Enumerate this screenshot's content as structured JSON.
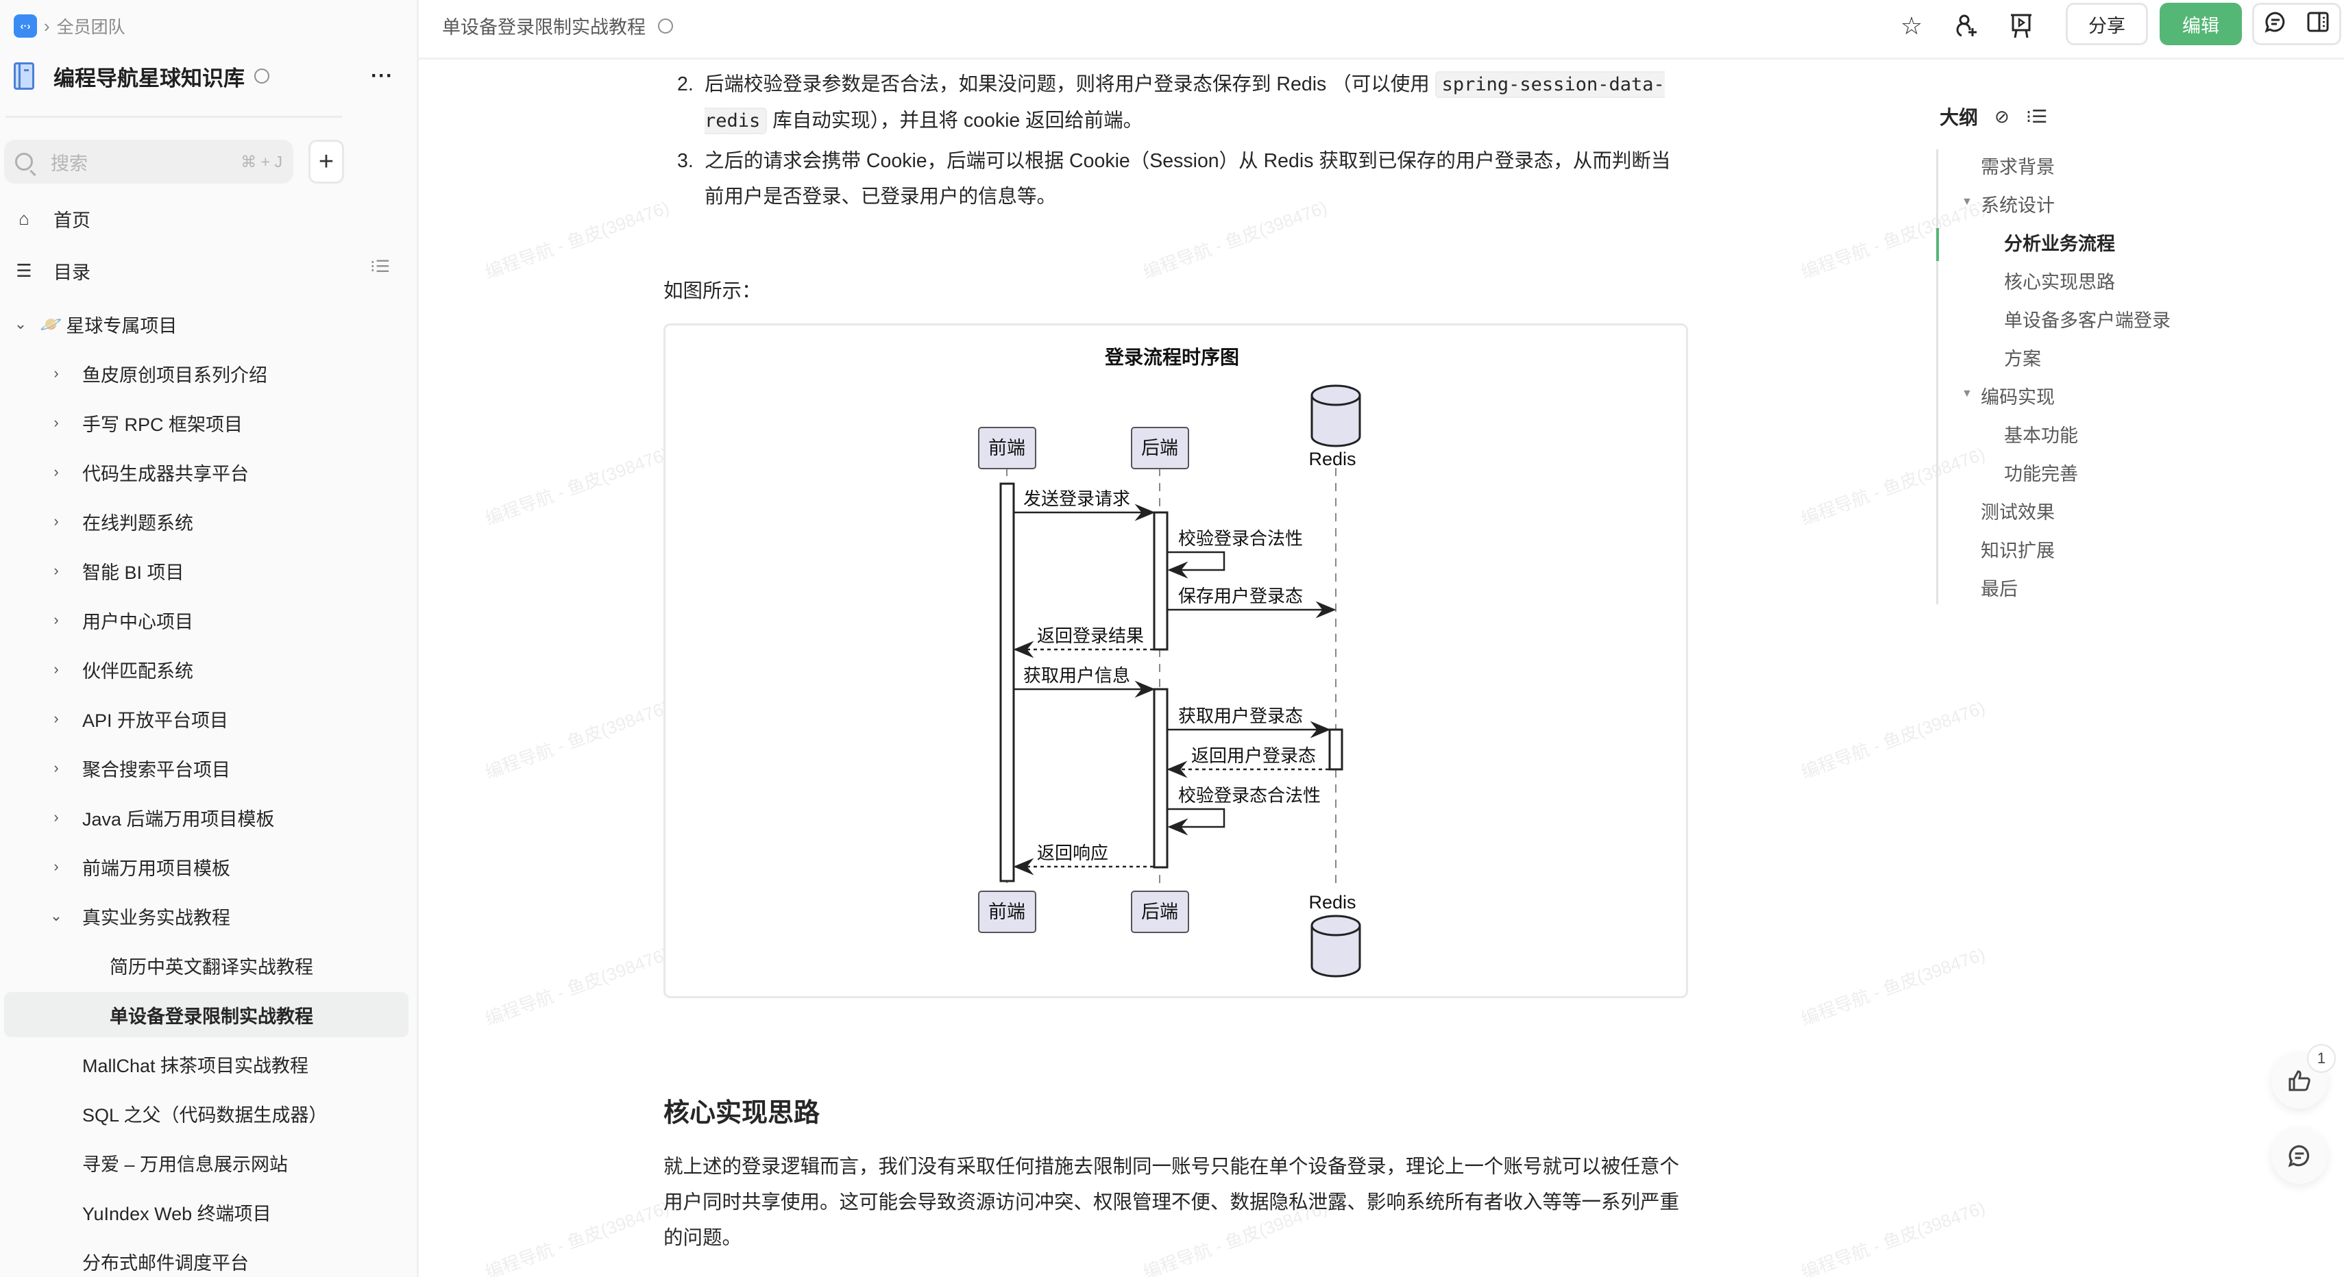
{
  "sidebar": {
    "breadcrumb": {
      "team": "全员团队"
    },
    "kb_title": "编程导航星球知识库",
    "search": {
      "placeholder": "搜索",
      "shortcut": "⌘ + J"
    },
    "nav": [
      {
        "label": "首页",
        "icon": "home-icon"
      },
      {
        "label": "目录",
        "icon": "toc-icon"
      }
    ],
    "tree": [
      {
        "label": "星球专属项目",
        "level": 0,
        "caret": "⌄",
        "emoji": "🪐"
      },
      {
        "label": "鱼皮原创项目系列介绍",
        "level": 1,
        "caret": "›"
      },
      {
        "label": "手写 RPC 框架项目",
        "level": 1,
        "caret": "›"
      },
      {
        "label": "代码生成器共享平台",
        "level": 1,
        "caret": "›"
      },
      {
        "label": "在线判题系统",
        "level": 1,
        "caret": "›"
      },
      {
        "label": "智能 BI 项目",
        "level": 1,
        "caret": "›"
      },
      {
        "label": "用户中心项目",
        "level": 1,
        "caret": "›"
      },
      {
        "label": "伙伴匹配系统",
        "level": 1,
        "caret": "›"
      },
      {
        "label": "API 开放平台项目",
        "level": 1,
        "caret": "›"
      },
      {
        "label": "聚合搜索平台项目",
        "level": 1,
        "caret": "›"
      },
      {
        "label": "Java 后端万用项目模板",
        "level": 1,
        "caret": "›"
      },
      {
        "label": "前端万用项目模板",
        "level": 1,
        "caret": "›"
      },
      {
        "label": "真实业务实战教程",
        "level": 1,
        "caret": "⌄"
      },
      {
        "label": "简历中英文翻译实战教程",
        "level": 2,
        "caret": ""
      },
      {
        "label": "单设备登录限制实战教程",
        "level": 2,
        "caret": "",
        "active": true
      },
      {
        "label": "MallChat 抹茶项目实战教程",
        "level": 1,
        "caret": ""
      },
      {
        "label": "SQL 之父（代码数据生成器）",
        "level": 1,
        "caret": ""
      },
      {
        "label": "寻爱 – 万用信息展示网站",
        "level": 1,
        "caret": ""
      },
      {
        "label": "YuIndex Web 终端项目",
        "level": 1,
        "caret": ""
      },
      {
        "label": "分布式邮件调度平台",
        "level": 1,
        "caret": ""
      }
    ]
  },
  "header": {
    "doc_title": "单设备登录限制实战教程",
    "share_label": "分享",
    "edit_label": "编辑",
    "icons": [
      "star-icon",
      "add-collaborator-icon",
      "presentation-icon",
      "comment-icon",
      "sidebar-toggle-icon"
    ]
  },
  "content": {
    "list": [
      {
        "num": "2.",
        "text_before": "后端校验登录参数是否合法，如果没问题，则将用户登录态保存到 Redis （可以使用 ",
        "code": "spring-session-data-redis",
        "text_after": " 库自动实现），并且将 cookie 返回给前端。"
      },
      {
        "num": "3.",
        "text": "之后的请求会携带 Cookie，后端可以根据 Cookie（Session）从 Redis 获取到已保存的用户登录态，从而判断当前用户是否登录、已登录用户的信息等。"
      }
    ],
    "figure_caption": "如图所示：",
    "section_heading": "核心实现思路",
    "section_paragraph": "就上述的登录逻辑而言，我们没有采取任何措施去限制同一账号只能在单个设备登录，理论上一个账号就可以被任意个用户同时共享使用。这可能会导致资源访问冲突、权限管理不便、数据隐私泄露、影响系统所有者收入等等一系列严重的问题。"
  },
  "diagram": {
    "title": "登录流程时序图",
    "participants": [
      "前端",
      "后端",
      "Redis"
    ],
    "messages": [
      {
        "from": "前端",
        "to": "后端",
        "label": "发送登录请求",
        "style": "solid"
      },
      {
        "from": "后端",
        "to": "后端",
        "label": "校验登录合法性",
        "style": "self"
      },
      {
        "from": "后端",
        "to": "Redis",
        "label": "保存用户登录态",
        "style": "solid"
      },
      {
        "from": "后端",
        "to": "前端",
        "label": "返回登录结果",
        "style": "dashed"
      },
      {
        "from": "前端",
        "to": "后端",
        "label": "获取用户信息",
        "style": "solid"
      },
      {
        "from": "后端",
        "to": "Redis",
        "label": "获取用户登录态",
        "style": "solid"
      },
      {
        "from": "Redis",
        "to": "后端",
        "label": "返回用户登录态",
        "style": "dashed"
      },
      {
        "from": "后端",
        "to": "后端",
        "label": "校验登录态合法性",
        "style": "self"
      },
      {
        "from": "后端",
        "to": "前端",
        "label": "返回响应",
        "style": "dashed"
      }
    ]
  },
  "outline": {
    "title": "大纲",
    "items": [
      {
        "label": "需求背景",
        "level": 0
      },
      {
        "label": "系统设计",
        "level": 0,
        "expanded": true
      },
      {
        "label": "分析业务流程",
        "level": 1,
        "active": true
      },
      {
        "label": "核心实现思路",
        "level": 1
      },
      {
        "label": "单设备多客户端登录",
        "level": 1
      },
      {
        "label": "方案",
        "level": 1
      },
      {
        "label": "编码实现",
        "level": 0,
        "expanded": true
      },
      {
        "label": "基本功能",
        "level": 1
      },
      {
        "label": "功能完善",
        "level": 1
      },
      {
        "label": "测试效果",
        "level": 0
      },
      {
        "label": "知识扩展",
        "level": 0
      },
      {
        "label": "最后",
        "level": 0
      }
    ]
  },
  "floating": {
    "like_count": "1"
  },
  "watermark": "编程导航 - 鱼皮(398476)",
  "colors": {
    "accent": "#55b776",
    "team_logo": "#3b8bf5",
    "participant_fill": "#e2e2f0"
  }
}
